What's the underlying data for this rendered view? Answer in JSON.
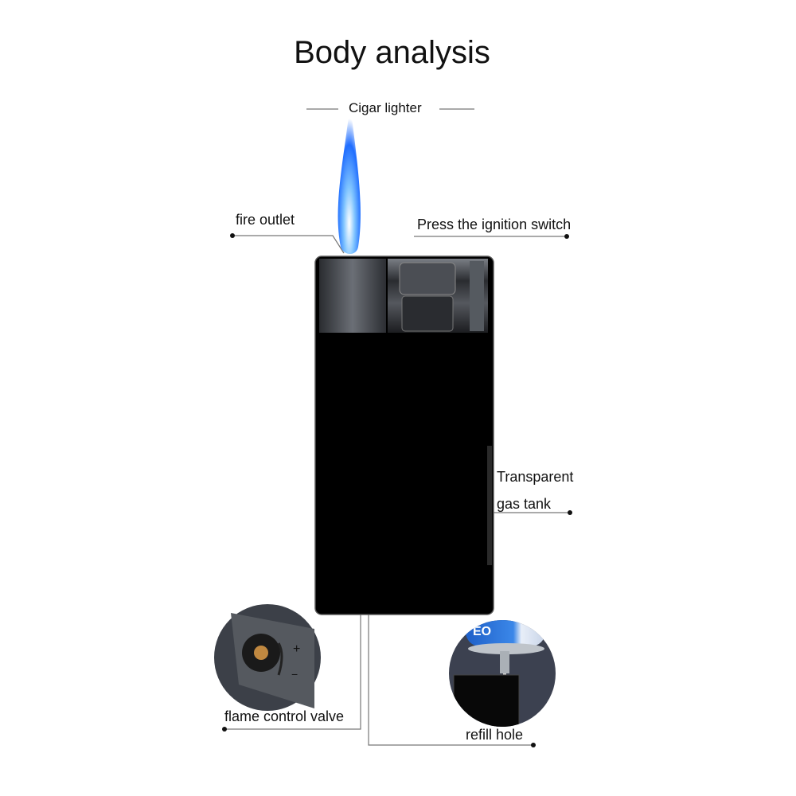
{
  "title": "Body analysis",
  "labels": {
    "cigar_lighter": "Cigar lighter",
    "fire_outlet": "fire outlet",
    "ignition_switch": "Press the ignition switch",
    "gas_tank_line1": "Transparent",
    "gas_tank_line2": "gas tank",
    "flame_valve": "flame control valve",
    "refill_hole": "refill hole"
  },
  "inset_text": {
    "valve_plus": "+",
    "valve_minus": "−",
    "gas_can_brand": "EO"
  },
  "colors": {
    "flame": "#2a7bff",
    "body": "#000000",
    "cap": "#3a3d42",
    "leader": "#666666"
  }
}
